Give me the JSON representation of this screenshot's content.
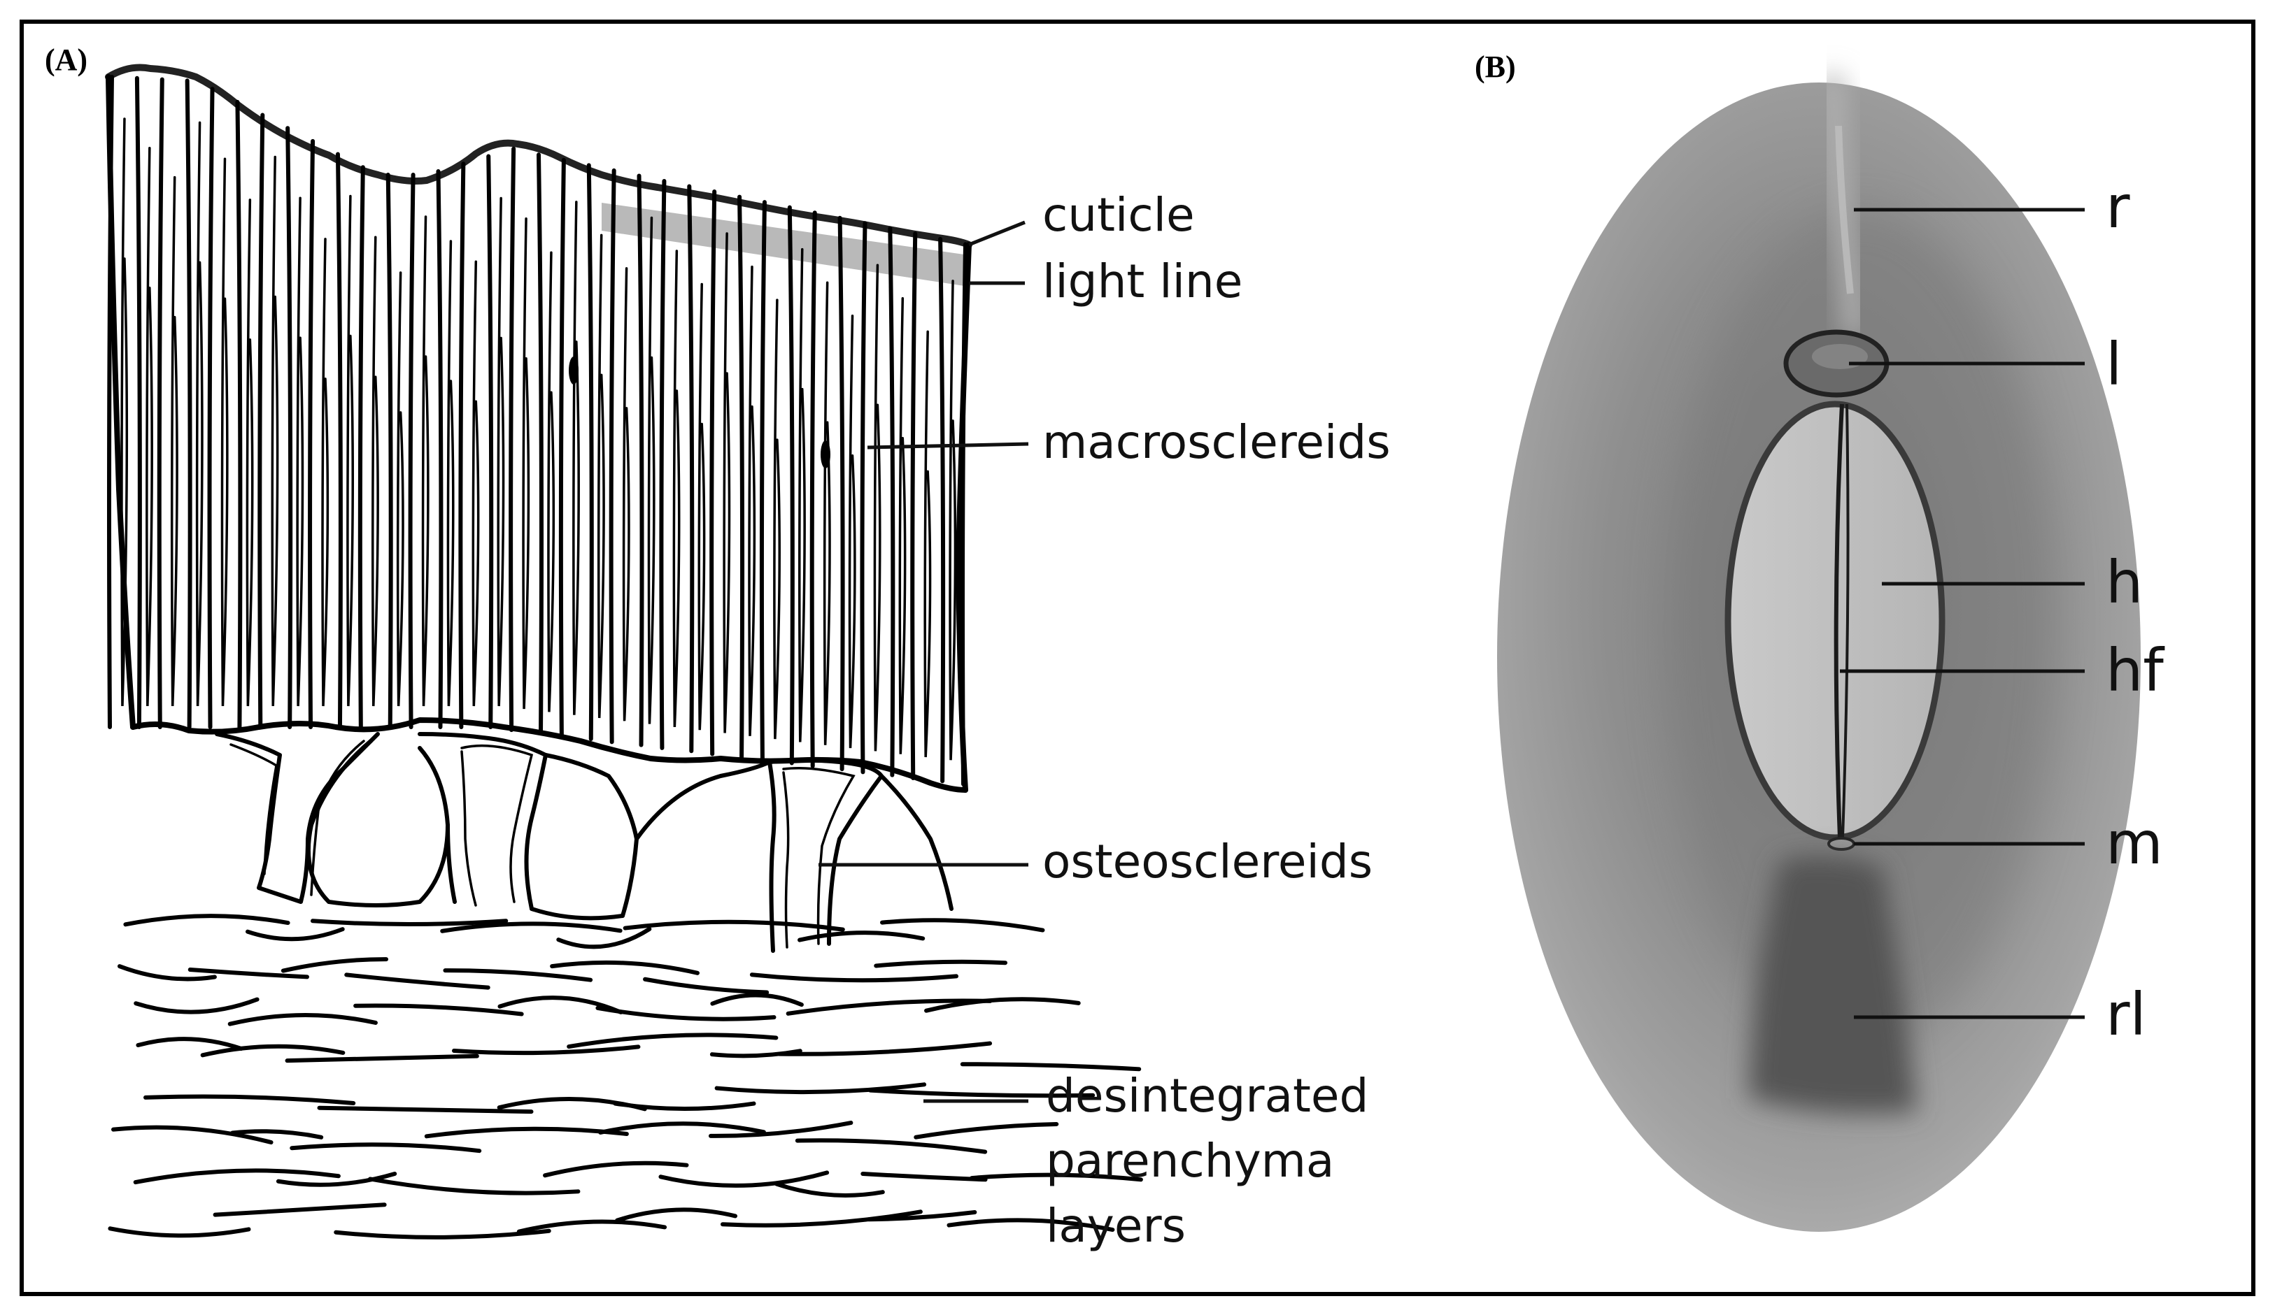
{
  "panel_a": {
    "letter": "(A)",
    "labels": {
      "cuticle": "cuticle",
      "light_line": "light line",
      "macrosclereids": "macrosclereids",
      "osteosclereids": "osteosclereids",
      "parenchyma_line1": "desintegrated",
      "parenchyma_line2": "parenchyma",
      "parenchyma_line3": "layers"
    }
  },
  "panel_b": {
    "letter": "(B)",
    "labels": {
      "r": "r",
      "l": "l",
      "h": "h",
      "hf": "hf",
      "m": "m",
      "rl": "rl"
    }
  }
}
